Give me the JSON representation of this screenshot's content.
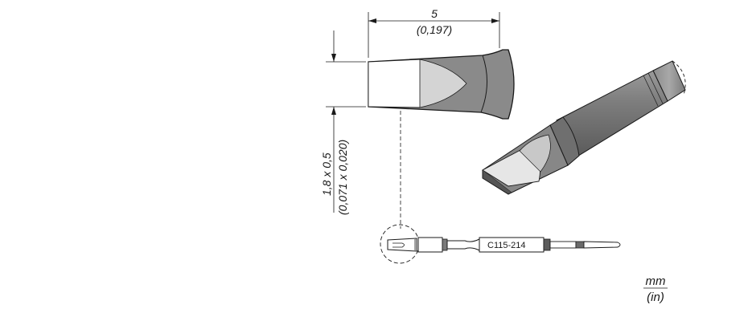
{
  "dimensions": {
    "length_mm": "5",
    "length_in": "(0,197)",
    "tip_mm": "1,8 x 0,5",
    "tip_in": "(0,071 x 0,020)"
  },
  "part_label": "C115-214",
  "units": {
    "metric": "mm",
    "imperial": "(in)"
  }
}
